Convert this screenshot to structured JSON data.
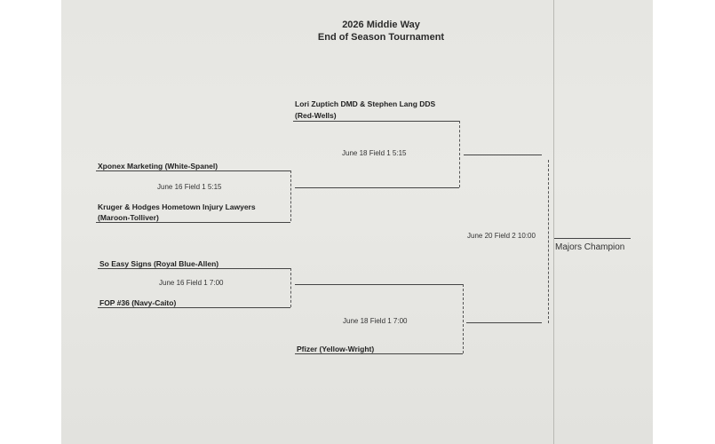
{
  "document": {
    "title_line1": "2026 Middie Way",
    "title_line2": "End of Season Tournament"
  },
  "bracket": {
    "round1": [
      {
        "team_top": "Xponex Marketing  (White-Spanel)",
        "game": "June 16  Field 1  5:15",
        "team_bottom_line1": "Kruger & Hodges Hometown Injury Lawyers",
        "team_bottom_line2": "(Maroon-Tolliver)"
      },
      {
        "team_top": "So Easy Signs  (Royal Blue-Allen)",
        "game": "June 16  Field 1  7:00",
        "team_bottom": "FOP #36  (Navy-Caito)"
      }
    ],
    "round2": [
      {
        "seed_line1": "Lori Zuptich DMD & Stephen Lang DDS",
        "seed_line2": "(Red-Wells)",
        "game": "June 18  Field 1  5:15"
      },
      {
        "seed": "Pfizer  (Yellow-Wright)",
        "game": "June 18  Field 1  7:00"
      }
    ],
    "final": {
      "game": "June 20  Field 2  10:00"
    },
    "champion_label": "Majors Champion"
  }
}
